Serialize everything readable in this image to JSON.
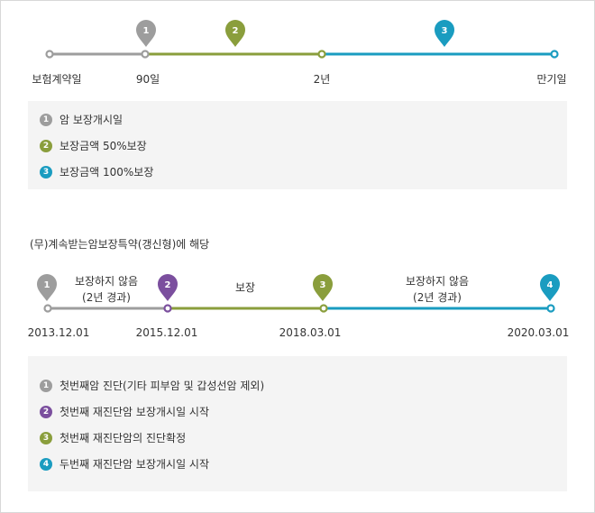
{
  "colors": {
    "gray": "#9d9d9d",
    "green": "#8a9e3c",
    "teal": "#1a9cc0",
    "purple": "#7b4f9e",
    "box_bg": "#f4f4f4"
  },
  "timeline1": {
    "pins": [
      {
        "number": "1",
        "color": "#9d9d9d"
      },
      {
        "number": "2",
        "color": "#8a9e3c"
      },
      {
        "number": "3",
        "color": "#1a9cc0"
      }
    ],
    "points": [
      "보험계약일",
      "90일",
      "2년",
      "만기일"
    ],
    "legend": [
      {
        "number": "1",
        "text": "암 보장개시일",
        "color": "#9d9d9d"
      },
      {
        "number": "2",
        "text": "보장금액 50%보장",
        "color": "#8a9e3c"
      },
      {
        "number": "3",
        "text": "보장금액 100%보장",
        "color": "#1a9cc0"
      }
    ]
  },
  "section2": {
    "title": "(무)계속받는암보장특약(갱신형)에 해당",
    "pins": [
      {
        "number": "1",
        "color": "#9d9d9d"
      },
      {
        "number": "2",
        "color": "#7b4f9e"
      },
      {
        "number": "3",
        "color": "#8a9e3c"
      },
      {
        "number": "4",
        "color": "#1a9cc0"
      }
    ],
    "phases": [
      {
        "line1": "보장하지 않음",
        "line2": "(2년 경과)"
      },
      {
        "line1": "보장",
        "line2": ""
      },
      {
        "line1": "보장하지 않음",
        "line2": "(2년 경과)"
      }
    ],
    "dates": [
      "2013.12.01",
      "2015.12.01",
      "2018.03.01",
      "2020.03.01"
    ],
    "legend": [
      {
        "number": "1",
        "text": "첫번째암 진단(기타 피부암 및 갑성선암 제외)",
        "color": "#9d9d9d"
      },
      {
        "number": "2",
        "text": "첫번째 재진단암 보장개시일 시작",
        "color": "#7b4f9e"
      },
      {
        "number": "3",
        "text": "첫번째 재진단암의 진단확정",
        "color": "#8a9e3c"
      },
      {
        "number": "4",
        "text": "두번째 재진단암 보장개시일 시작",
        "color": "#1a9cc0"
      }
    ]
  }
}
